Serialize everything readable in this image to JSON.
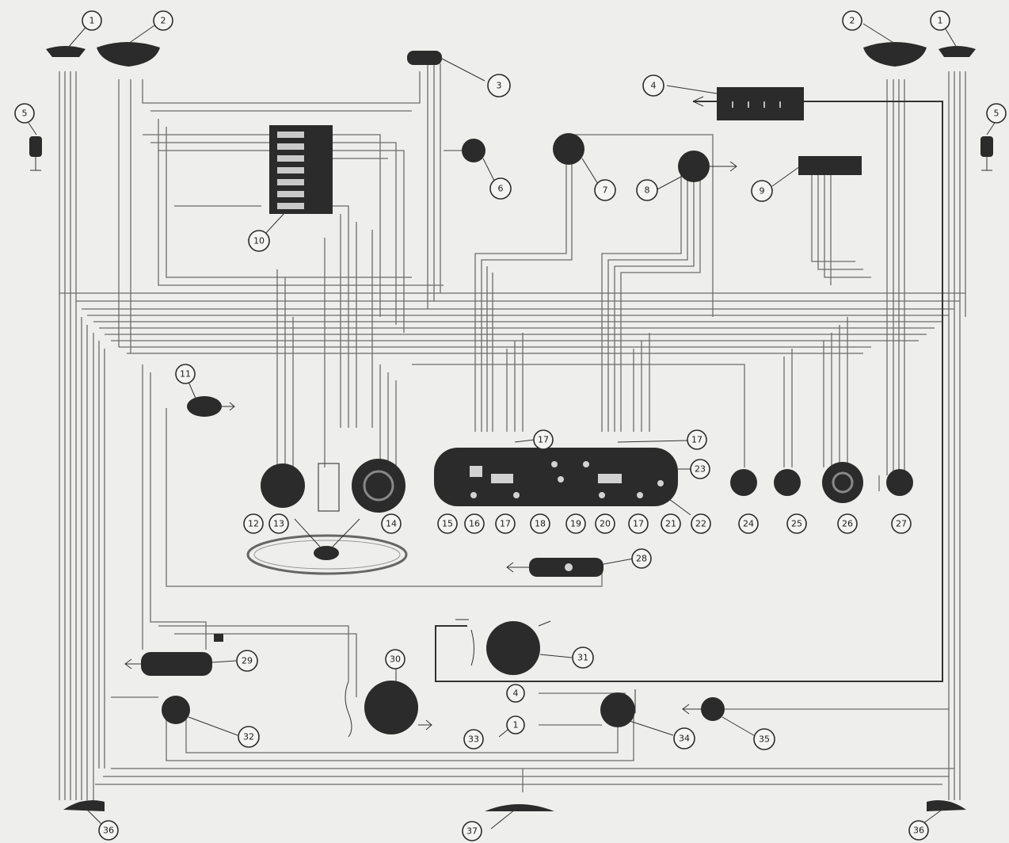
{
  "callouts": [
    {
      "name": "callout-1-left",
      "label": "1"
    },
    {
      "name": "callout-2-left",
      "label": "2"
    },
    {
      "name": "callout-3",
      "label": "3"
    },
    {
      "name": "callout-4",
      "label": "4"
    },
    {
      "name": "callout-5-left",
      "label": "5"
    },
    {
      "name": "callout-6",
      "label": "6"
    },
    {
      "name": "callout-7",
      "label": "7"
    },
    {
      "name": "callout-8",
      "label": "8"
    },
    {
      "name": "callout-9",
      "label": "9"
    },
    {
      "name": "callout-10",
      "label": "10"
    },
    {
      "name": "callout-2-right",
      "label": "2"
    },
    {
      "name": "callout-1-right",
      "label": "1"
    },
    {
      "name": "callout-5-right",
      "label": "5"
    },
    {
      "name": "callout-11",
      "label": "11"
    },
    {
      "name": "callout-17-left",
      "label": "17"
    },
    {
      "name": "callout-17-right",
      "label": "17"
    },
    {
      "name": "callout-23-top",
      "label": "23"
    },
    {
      "name": "callout-12",
      "label": "12"
    },
    {
      "name": "callout-13",
      "label": "13"
    },
    {
      "name": "callout-14",
      "label": "14"
    },
    {
      "name": "callout-15",
      "label": "15"
    },
    {
      "name": "callout-16",
      "label": "16"
    },
    {
      "name": "callout-17-bottom",
      "label": "17"
    },
    {
      "name": "callout-18",
      "label": "18"
    },
    {
      "name": "callout-19",
      "label": "19"
    },
    {
      "name": "callout-20",
      "label": "20"
    },
    {
      "name": "callout-17-bottom-b",
      "label": "17"
    },
    {
      "name": "callout-21",
      "label": "21"
    },
    {
      "name": "callout-22",
      "label": "22"
    },
    {
      "name": "callout-24",
      "label": "24"
    },
    {
      "name": "callout-25",
      "label": "25"
    },
    {
      "name": "callout-26",
      "label": "26"
    },
    {
      "name": "callout-27",
      "label": "27"
    },
    {
      "name": "callout-28",
      "label": "28"
    },
    {
      "name": "callout-29",
      "label": "29"
    },
    {
      "name": "callout-30",
      "label": "30"
    },
    {
      "name": "callout-31",
      "label": "31"
    },
    {
      "name": "callout-4-bottom",
      "label": "4"
    },
    {
      "name": "callout-1-bottom",
      "label": "1"
    },
    {
      "name": "callout-32",
      "label": "32"
    },
    {
      "name": "callout-33",
      "label": "33"
    },
    {
      "name": "callout-34",
      "label": "34"
    },
    {
      "name": "callout-35",
      "label": "35"
    },
    {
      "name": "callout-36-left",
      "label": "36"
    },
    {
      "name": "callout-37",
      "label": "37"
    },
    {
      "name": "callout-36-right",
      "label": "36"
    }
  ]
}
